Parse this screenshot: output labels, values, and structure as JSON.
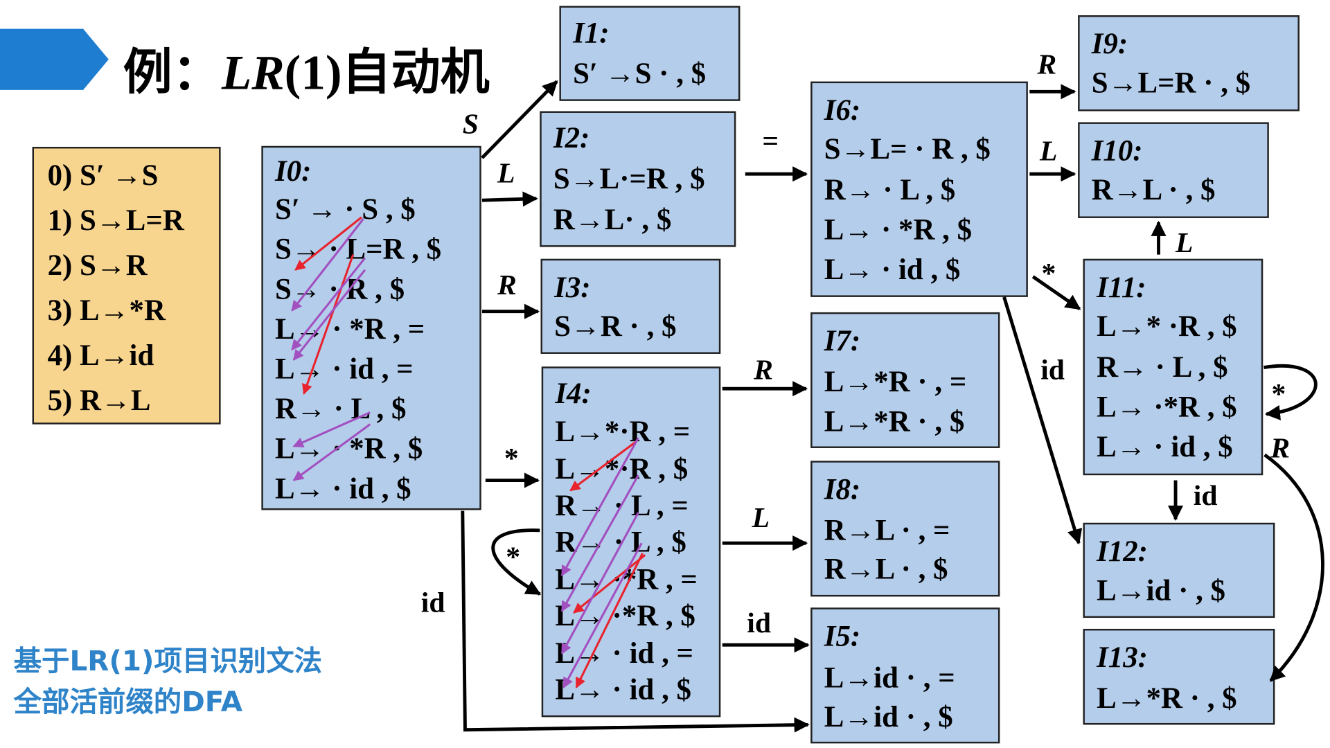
{
  "title": {
    "prefix": "例：",
    "lr": "LR",
    "lr_suffix": "(1)",
    "suffix": "自动机"
  },
  "grammar": [
    "0) S′ →S",
    "1) S→L=R",
    "2) S→R",
    "3) L→*R",
    "4) L→id",
    "5) R→L"
  ],
  "note": {
    "line1": "基于LR(1)项目识别文法",
    "line2": "全部活前缀的DFA"
  },
  "states": {
    "I0": {
      "name": "I0:",
      "items": [
        "S′ → · S , $",
        "S→ · L=R , $",
        "S→ · R , $",
        "L→ · *R , =",
        "L→ · id , =",
        "R→ · L , $",
        "L→ · *R , $",
        "L→ · id , $"
      ]
    },
    "I1": {
      "name": "I1:",
      "items": [
        "S′ →S · , $"
      ]
    },
    "I2": {
      "name": "I2:",
      "items": [
        "S→L·=R , $",
        "R→L· , $"
      ]
    },
    "I3": {
      "name": "I3:",
      "items": [
        "S→R · , $"
      ]
    },
    "I4": {
      "name": "I4:",
      "items": [
        "L→*·R , =",
        "L→*·R , $",
        "R→ · L , =",
        "R→ · L , $",
        "L→ ·*R , =",
        "L→ ·*R , $",
        "L→ · id , =",
        "L→ · id , $"
      ]
    },
    "I5": {
      "name": "I5:",
      "items": [
        "L→id · , =",
        "L→id · , $"
      ]
    },
    "I6": {
      "name": "I6:",
      "items": [
        "S→L= · R , $",
        "R→ · L , $",
        "L→ · *R , $",
        "L→ · id , $"
      ]
    },
    "I7": {
      "name": "I7:",
      "items": [
        "L→*R · , =",
        "L→*R · , $"
      ]
    },
    "I8": {
      "name": "I8:",
      "items": [
        "R→L · , =",
        "R→L · , $"
      ]
    },
    "I9": {
      "name": "I9:",
      "items": [
        "S→L=R · , $"
      ]
    },
    "I10": {
      "name": "I10:",
      "items": [
        "R→L · , $"
      ]
    },
    "I11": {
      "name": "I11:",
      "items": [
        "L→* ·R , $",
        "R→ · L , $",
        "L→ ·*R , $",
        "L→ · id , $"
      ]
    },
    "I12": {
      "name": "I12:",
      "items": [
        "L→id · , $"
      ]
    },
    "I13": {
      "name": "I13:",
      "items": [
        "L→*R · , $"
      ]
    }
  },
  "edges": [
    {
      "from": "I0",
      "to": "I1",
      "label": "S"
    },
    {
      "from": "I0",
      "to": "I2",
      "label": "L"
    },
    {
      "from": "I0",
      "to": "I3",
      "label": "R"
    },
    {
      "from": "I0",
      "to": "I4",
      "label": "*"
    },
    {
      "from": "I0",
      "to": "I5",
      "label": "id"
    },
    {
      "from": "I2",
      "to": "I6",
      "label": "="
    },
    {
      "from": "I4",
      "to": "I4",
      "label": "*"
    },
    {
      "from": "I4",
      "to": "I7",
      "label": "R"
    },
    {
      "from": "I4",
      "to": "I8",
      "label": "L"
    },
    {
      "from": "I4",
      "to": "I5",
      "label": "id"
    },
    {
      "from": "I6",
      "to": "I9",
      "label": "R"
    },
    {
      "from": "I6",
      "to": "I10",
      "label": "L"
    },
    {
      "from": "I6",
      "to": "I11",
      "label": "*"
    },
    {
      "from": "I6",
      "to": "I12",
      "label": "id"
    },
    {
      "from": "I11",
      "to": "I10",
      "label": "L"
    },
    {
      "from": "I11",
      "to": "I11",
      "label": "*"
    },
    {
      "from": "I11",
      "to": "I12",
      "label": "id"
    },
    {
      "from": "I11",
      "to": "I13",
      "label": "R"
    }
  ],
  "colors": {
    "state_fill": "#b4cdea",
    "grammar_fill": "#f8d58f",
    "title_banner": "#1e7dd0",
    "note_text": "#2e83c9",
    "closure_arrow_red": "#e8232d",
    "closure_arrow_purple": "#a24fc0"
  }
}
